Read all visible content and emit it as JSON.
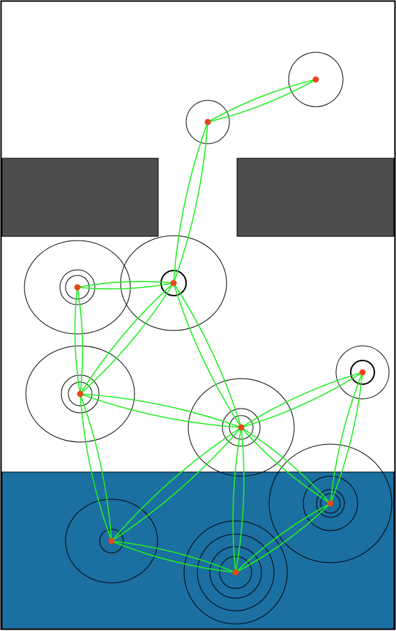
{
  "colors": {
    "background": "#ffffff",
    "frame": "#000000",
    "obstacle": "#4d4d4d",
    "water": "#1b6fa1",
    "edge": "#22ee22",
    "node": "#e8461c",
    "ring": "#000000"
  },
  "regions": [
    {
      "id": "obstacle-left",
      "kind": "obstacle"
    },
    {
      "id": "obstacle-right",
      "kind": "obstacle"
    },
    {
      "id": "water-zone",
      "kind": "water"
    }
  ],
  "nodes": [
    {
      "id": "n-top-right"
    },
    {
      "id": "n-upper"
    },
    {
      "id": "n-left-mid"
    },
    {
      "id": "n-center-mid"
    },
    {
      "id": "n-left-low"
    },
    {
      "id": "n-center"
    },
    {
      "id": "n-right-mid"
    },
    {
      "id": "n-right-water"
    },
    {
      "id": "n-left-water"
    },
    {
      "id": "n-bottom"
    }
  ],
  "edges": [
    [
      "n-top-right",
      "n-upper"
    ],
    [
      "n-upper",
      "n-center-mid"
    ],
    [
      "n-left-mid",
      "n-center-mid"
    ],
    [
      "n-left-mid",
      "n-left-low"
    ],
    [
      "n-center-mid",
      "n-left-low"
    ],
    [
      "n-center-mid",
      "n-center"
    ],
    [
      "n-left-low",
      "n-center"
    ],
    [
      "n-left-low",
      "n-left-water"
    ],
    [
      "n-center",
      "n-right-mid"
    ],
    [
      "n-center",
      "n-right-water"
    ],
    [
      "n-center",
      "n-left-water"
    ],
    [
      "n-center",
      "n-bottom"
    ],
    [
      "n-right-mid",
      "n-right-water"
    ],
    [
      "n-right-water",
      "n-bottom"
    ],
    [
      "n-left-water",
      "n-bottom"
    ]
  ]
}
